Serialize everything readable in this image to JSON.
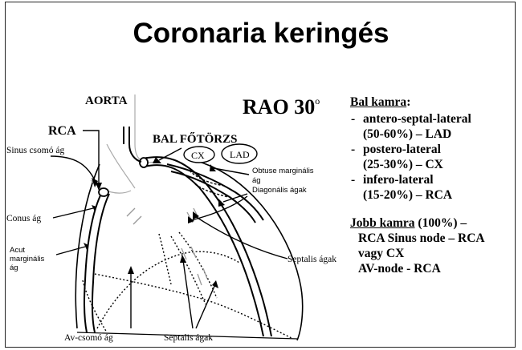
{
  "slide": {
    "title": "Coronaria keringés"
  },
  "diagram": {
    "aorta": "AORTA",
    "view": "RAO 30",
    "view_degree": "o",
    "rca": "RCA",
    "bal_fotorzs": "BAL FŐTÖRZS",
    "cx": "CX",
    "lad": "LAD",
    "sinus_csomo_ag": "Sinus csomó ág",
    "obtuse_marginalis_1": "Obtuse marginális",
    "obtuse_marginalis_2": "ág",
    "diagonalis_agak": "Diagonális ágak",
    "conus_ag": "Conus ág",
    "acut_1": "Acut",
    "acut_2": "marginális",
    "acut_3": "ág",
    "septalis_agak_right": "Septalis ágak",
    "av_csomo_ag": "Av-csomó ág",
    "septalis_agak_bottom": "Septalis ágak"
  },
  "sidebar": {
    "bal_kamra_label": "Bal kamra",
    "bal_kamra_colon": ":",
    "items": [
      {
        "line1": "antero-septal-lateral",
        "line2": "(50-60%) – LAD"
      },
      {
        "line1": "postero-lateral",
        "line2": "(25-30%) – CX"
      },
      {
        "line1": "infero-lateral",
        "line2": "(15-20%) – RCA"
      }
    ],
    "jobb_kamra_label": "Jobb kamra",
    "jobb_kamra_rest": " (100%) –",
    "rca_sinus_line": "RCA Sinus node – RCA",
    "vagy_cx": "vagy CX",
    "av_node": "AV-node - RCA"
  }
}
